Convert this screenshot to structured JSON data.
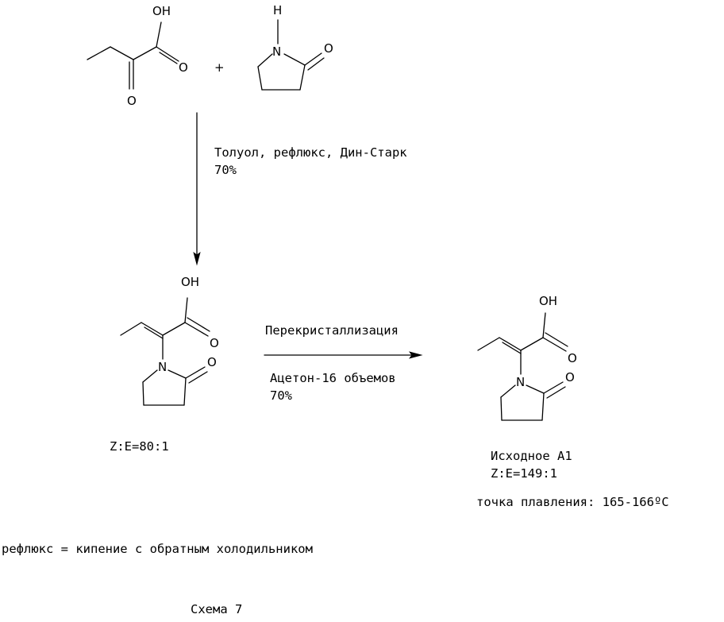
{
  "reactant_plus": "+",
  "step1": {
    "conditions": "Толуол, рефлюкс, Дин-Старк",
    "yield": "70%"
  },
  "intermediate": {
    "ratio": "Z:E=80:1"
  },
  "step2": {
    "above": "Перекристаллизация",
    "below": "Ацетон-16 объемов",
    "yield": "70%"
  },
  "product": {
    "name": "Исходное А1",
    "ratio": "Z:E=149:1",
    "melting_point": "точка плавления: 165-166ºC"
  },
  "footnote": "рефлюкс = кипение с обратным холодильником",
  "caption": "Схема 7",
  "atoms": {
    "oh": "OH",
    "o": "O",
    "n": "N",
    "h": "H"
  }
}
